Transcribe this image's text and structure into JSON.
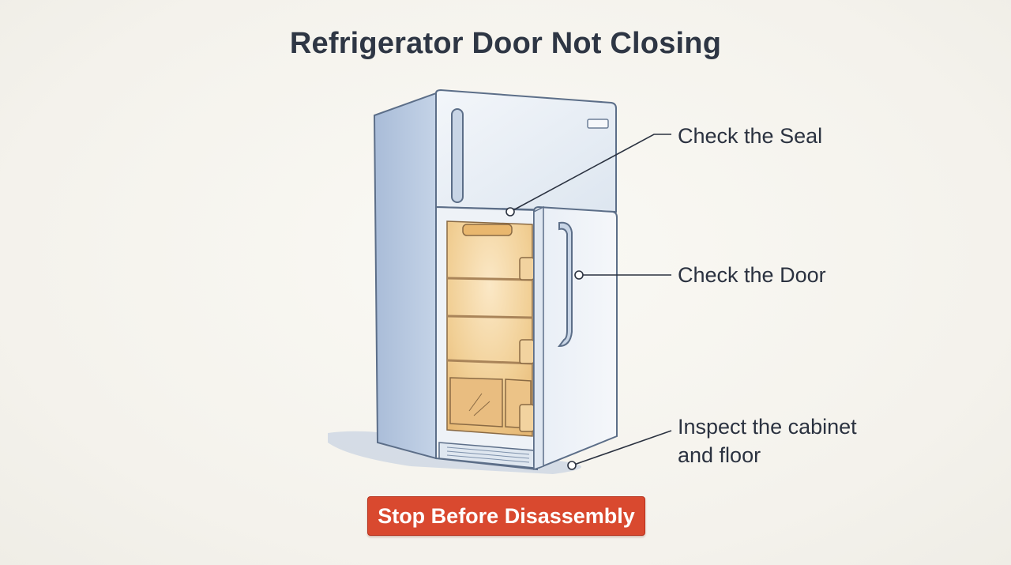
{
  "title": "Refrigerator Door Not Closing",
  "callouts": {
    "seal": "Check the Seal",
    "door": "Check the Door",
    "floor_line1": "Inspect the cabinet",
    "floor_line2": "and floor"
  },
  "warning_button": "Stop Before Disassembly",
  "colors": {
    "warning": "#d9492f",
    "fridge_side": "#b7c8e0",
    "fridge_front": "#edf1f6",
    "interior": "#f0c98a",
    "ink": "#2b3240"
  }
}
